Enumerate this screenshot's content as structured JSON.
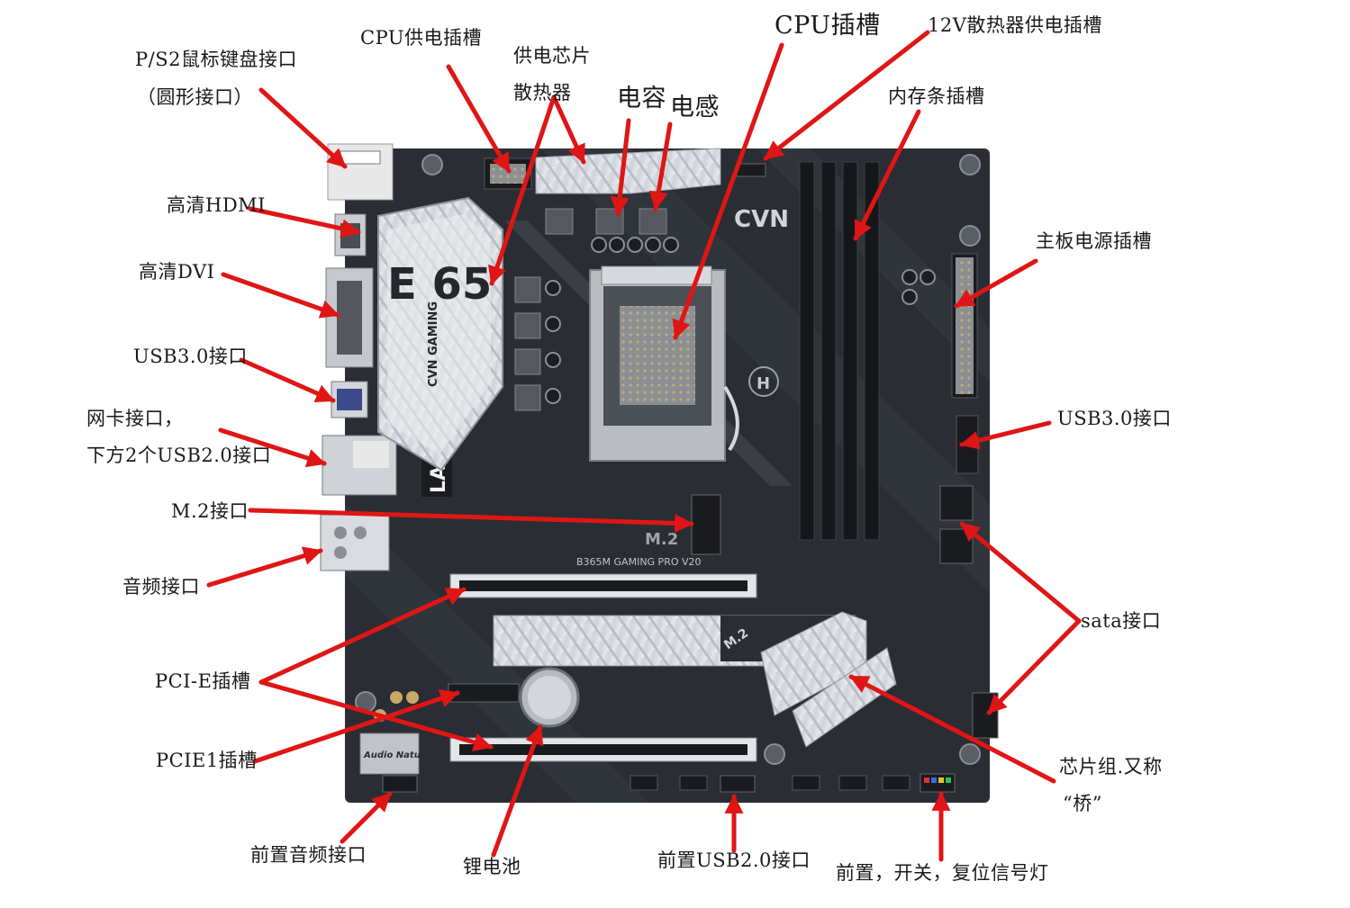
{
  "colors": {
    "arrow": "#e01515",
    "board": "#2a2d33",
    "heatsink": "#d9dde2",
    "text": "#1a1a1a"
  },
  "board_marks": {
    "vendor_logo": "CVN",
    "heatsink_model": "E 65",
    "heatsink_brand": "CVN GAMING",
    "lan_badge": "LAN",
    "m2_slot": "M.2",
    "m2_cover": "M.2",
    "model_text": "B365M GAMING PRO V20",
    "audio_badge": "Audio Nature",
    "cpu_badge": "H"
  },
  "labels": {
    "ps2": "P/S2鼠标键盘接口",
    "ps2_sub": "（圆形接口）",
    "cpu_power": "CPU供电插槽",
    "vrm_chip": "供电芯片",
    "vrm_heatsink": "散热器",
    "capacitor": "电容",
    "inductor": "电感",
    "cpu_socket": "CPU插槽",
    "fan_12v": "12V散热器供电插槽",
    "dimm": "内存条插槽",
    "hdmi": "高清HDMI",
    "dvi": "高清DVI",
    "usb3_rear": "USB3.0接口",
    "lan_1": "网卡接口，",
    "lan_2": "下方2个USB2.0接口",
    "m2": "M.2接口",
    "audio": "音频接口",
    "pcie": "PCI-E插槽",
    "pcie1": "PCIE1插槽",
    "front_audio": "前置音频接口",
    "battery": "锂电池",
    "front_usb2": "前置USB2.0接口",
    "front_panel": "前置，开关，复位信号灯",
    "main_power": "主板电源插槽",
    "usb3_front": "USB3.0接口",
    "sata": "sata接口",
    "chipset_1": "芯片组.又称",
    "chipset_2": "“桥”"
  }
}
